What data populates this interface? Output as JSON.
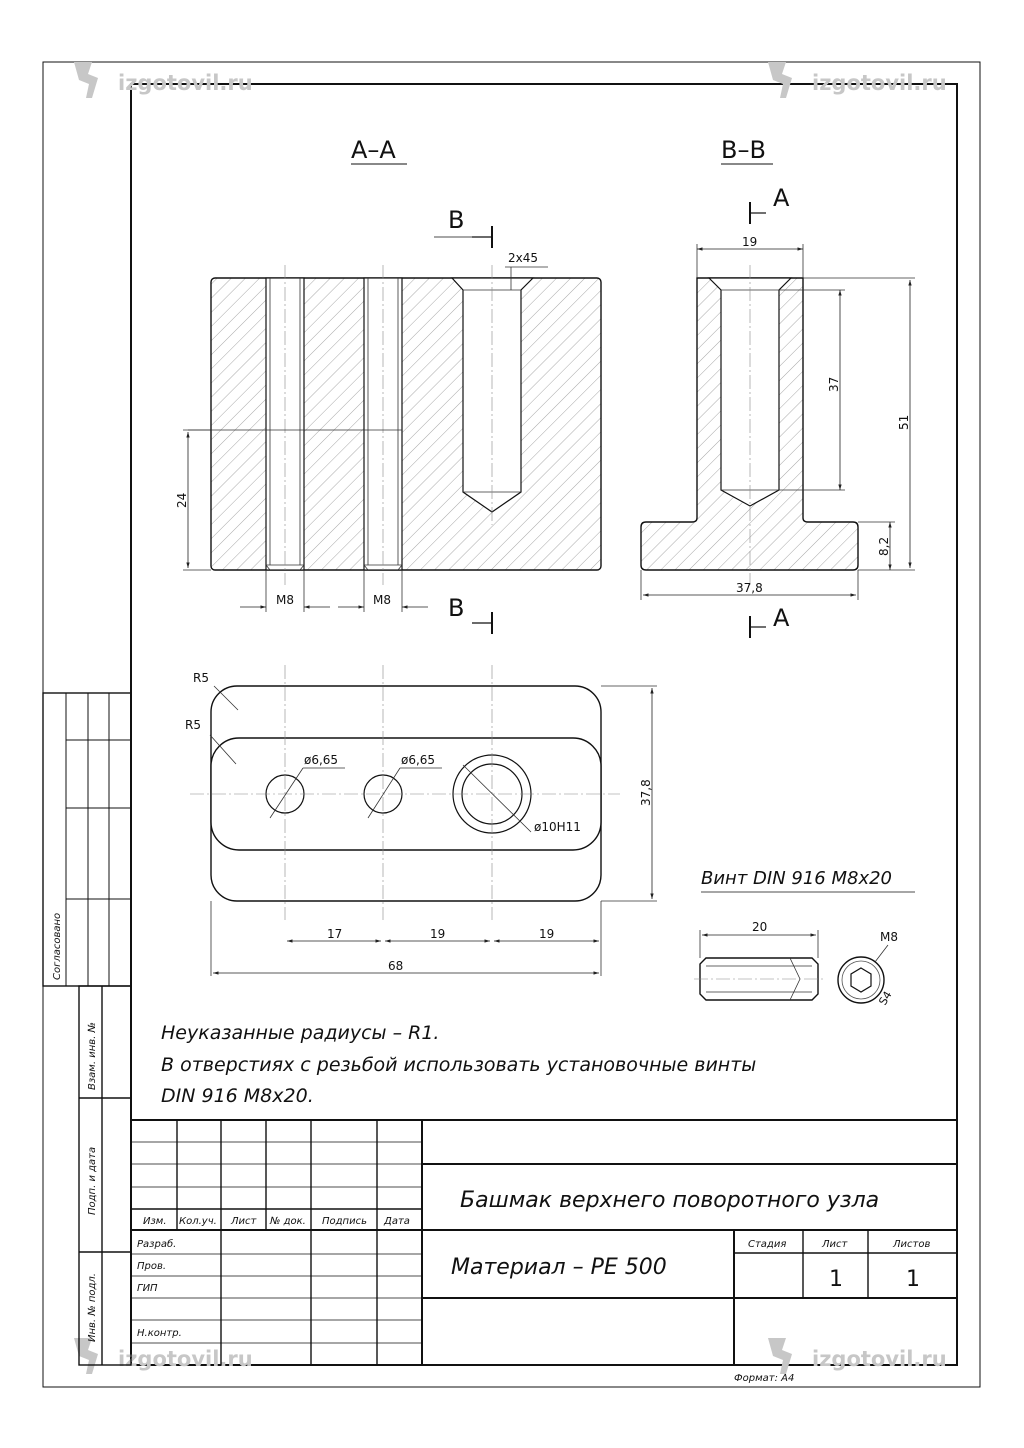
{
  "watermark": "izgotovil.ru",
  "sections": {
    "aa": "A–A",
    "bb": "B–B"
  },
  "cut_labels": {
    "b_top": "B",
    "b_bottom": "B",
    "a_top": "A",
    "a_bottom": "A"
  },
  "dims": {
    "chamfer": "2x45",
    "d24": "24",
    "m8_1": "M8",
    "m8_2": "M8",
    "d19_top": "19",
    "d37": "37",
    "d51": "51",
    "d82": "8,2",
    "d378_bottom": "37,8",
    "r5_1": "R5",
    "r5_2": "R5",
    "phi665_1": "ø6,65",
    "phi665_2": "ø6,65",
    "phi10": "ø10H11",
    "d378_right": "37,8",
    "d17": "17",
    "d19_a": "19",
    "d19_b": "19",
    "d68": "68",
    "screw_len": "20",
    "screw_m8": "M8",
    "screw_s4": "S4"
  },
  "screw_title": "Винт DIN 916 M8x20",
  "notes": [
    "Неуказанные радиусы – R1.",
    "В отверстиях с резьбой использовать установочные винты",
    "DIN 916 M8x20."
  ],
  "left_stamp": {
    "agreed": "Согласовано",
    "replace_inv": "Взам. инв. №",
    "sign_date": "Подп. и дата",
    "inv_orig": "Инв. № подл."
  },
  "title_block": {
    "headers": [
      "Изм.",
      "Кол.уч.",
      "Лист",
      "№ док.",
      "Подпись",
      "Дата"
    ],
    "roles": [
      "Разраб.",
      "Пров.",
      "ГИП",
      "Н.контр."
    ],
    "title": "Башмак верхнего поворотного узла",
    "material": "Материал – PE 500",
    "stage_label": "Стадия",
    "sheet_label": "Лист",
    "sheets_label": "Листов",
    "sheet_value": "1",
    "sheets_value": "1",
    "format": "Формат: А4"
  }
}
